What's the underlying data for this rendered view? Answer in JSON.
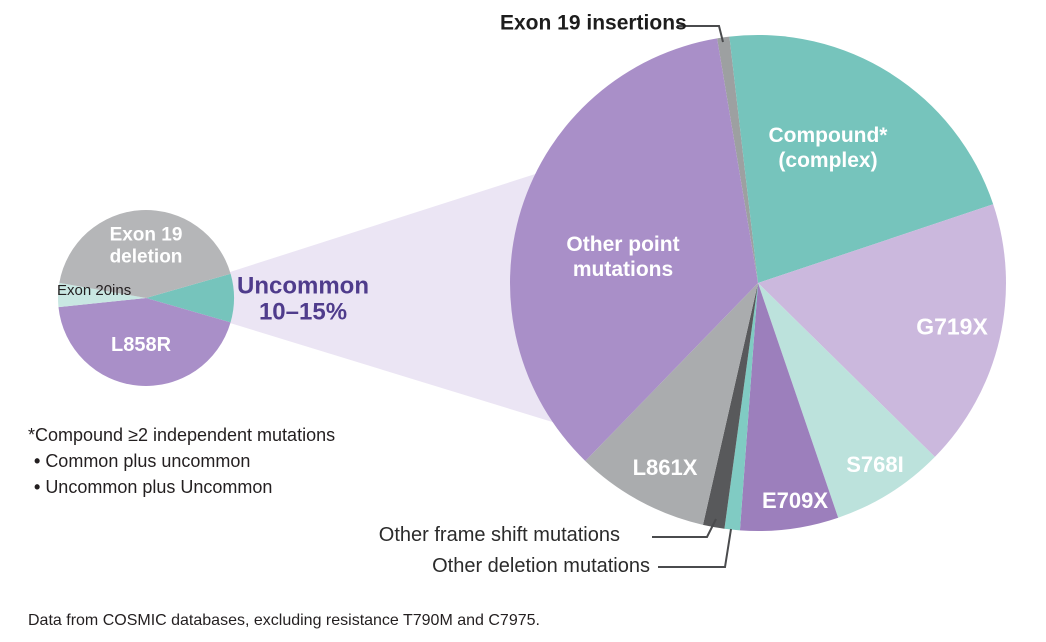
{
  "chart_data": [
    {
      "type": "pie",
      "name": "common-egfr-mutations-pie",
      "direction": "clockwise",
      "start_angle_deg": 74,
      "slices": [
        {
          "label": "Uncommon",
          "value_pct": 8.9,
          "color": "#76c4bc"
        },
        {
          "label": "L858R",
          "value_pct": 43.9,
          "color": "#a98fc8"
        },
        {
          "label": "Exon 20ins",
          "value_pct": 4.4,
          "color": "#c8e7e2"
        },
        {
          "label": "Exon 19 deletion",
          "value_pct": 42.8,
          "color": "#b5b6b8"
        }
      ],
      "callout_label": "Uncommon 10–15%"
    },
    {
      "type": "pie",
      "name": "uncommon-egfr-mutations-pie",
      "direction": "clockwise",
      "start_angle_deg": 350.5,
      "slices": [
        {
          "label": "Exon 19 insertions",
          "value_pct": 0.8,
          "color": "#9da0a1"
        },
        {
          "label": "Compound* (complex)",
          "value_pct": 21.7,
          "color": "#76c4bc"
        },
        {
          "label": "G719X",
          "value_pct": 17.5,
          "color": "#cbb8dd"
        },
        {
          "label": "S768I",
          "value_pct": 7.4,
          "color": "#bce2dc"
        },
        {
          "label": "E709X",
          "value_pct": 6.4,
          "color": "#9c7fbc"
        },
        {
          "label": "Other deletion mutations",
          "value_pct": 1.0,
          "color": "#80cbc3"
        },
        {
          "label": "Other frame shift mutations",
          "value_pct": 1.4,
          "color": "#58595b"
        },
        {
          "label": "L861X",
          "value_pct": 8.7,
          "color": "#aaacae"
        },
        {
          "label": "Other point mutations",
          "value_pct": 35.1,
          "color": "#a98fc8"
        }
      ]
    }
  ],
  "beam_color": "#ebe5f4",
  "accent_text_color": "#4f3c8c",
  "labels": {
    "small_exon19del_l1": "Exon 19",
    "small_exon19del_l2": "deletion",
    "small_exon20ins": "Exon 20ins",
    "small_l858r": "L858R",
    "uncommon_l1": "Uncommon",
    "uncommon_l2": "10–15%",
    "big_compound_l1": "Compound*",
    "big_compound_l2": "(complex)",
    "big_other_point_l1": "Other point",
    "big_other_point_l2": "mutations",
    "big_g719x": "G719X",
    "big_s768i": "S768I",
    "big_e709x": "E709X",
    "big_l861x": "L861X",
    "big_exon19_insertions": "Exon 19 insertions",
    "big_frame_shift": "Other frame shift mutations",
    "big_other_deletion": "Other deletion mutations"
  },
  "footnote": {
    "line1": "*Compound ≥2 independent mutations",
    "bullets": [
      "Common plus uncommon",
      "Uncommon plus Uncommon"
    ]
  },
  "footer": "Data from COSMIC databases, excluding resistance T790M and C7975."
}
